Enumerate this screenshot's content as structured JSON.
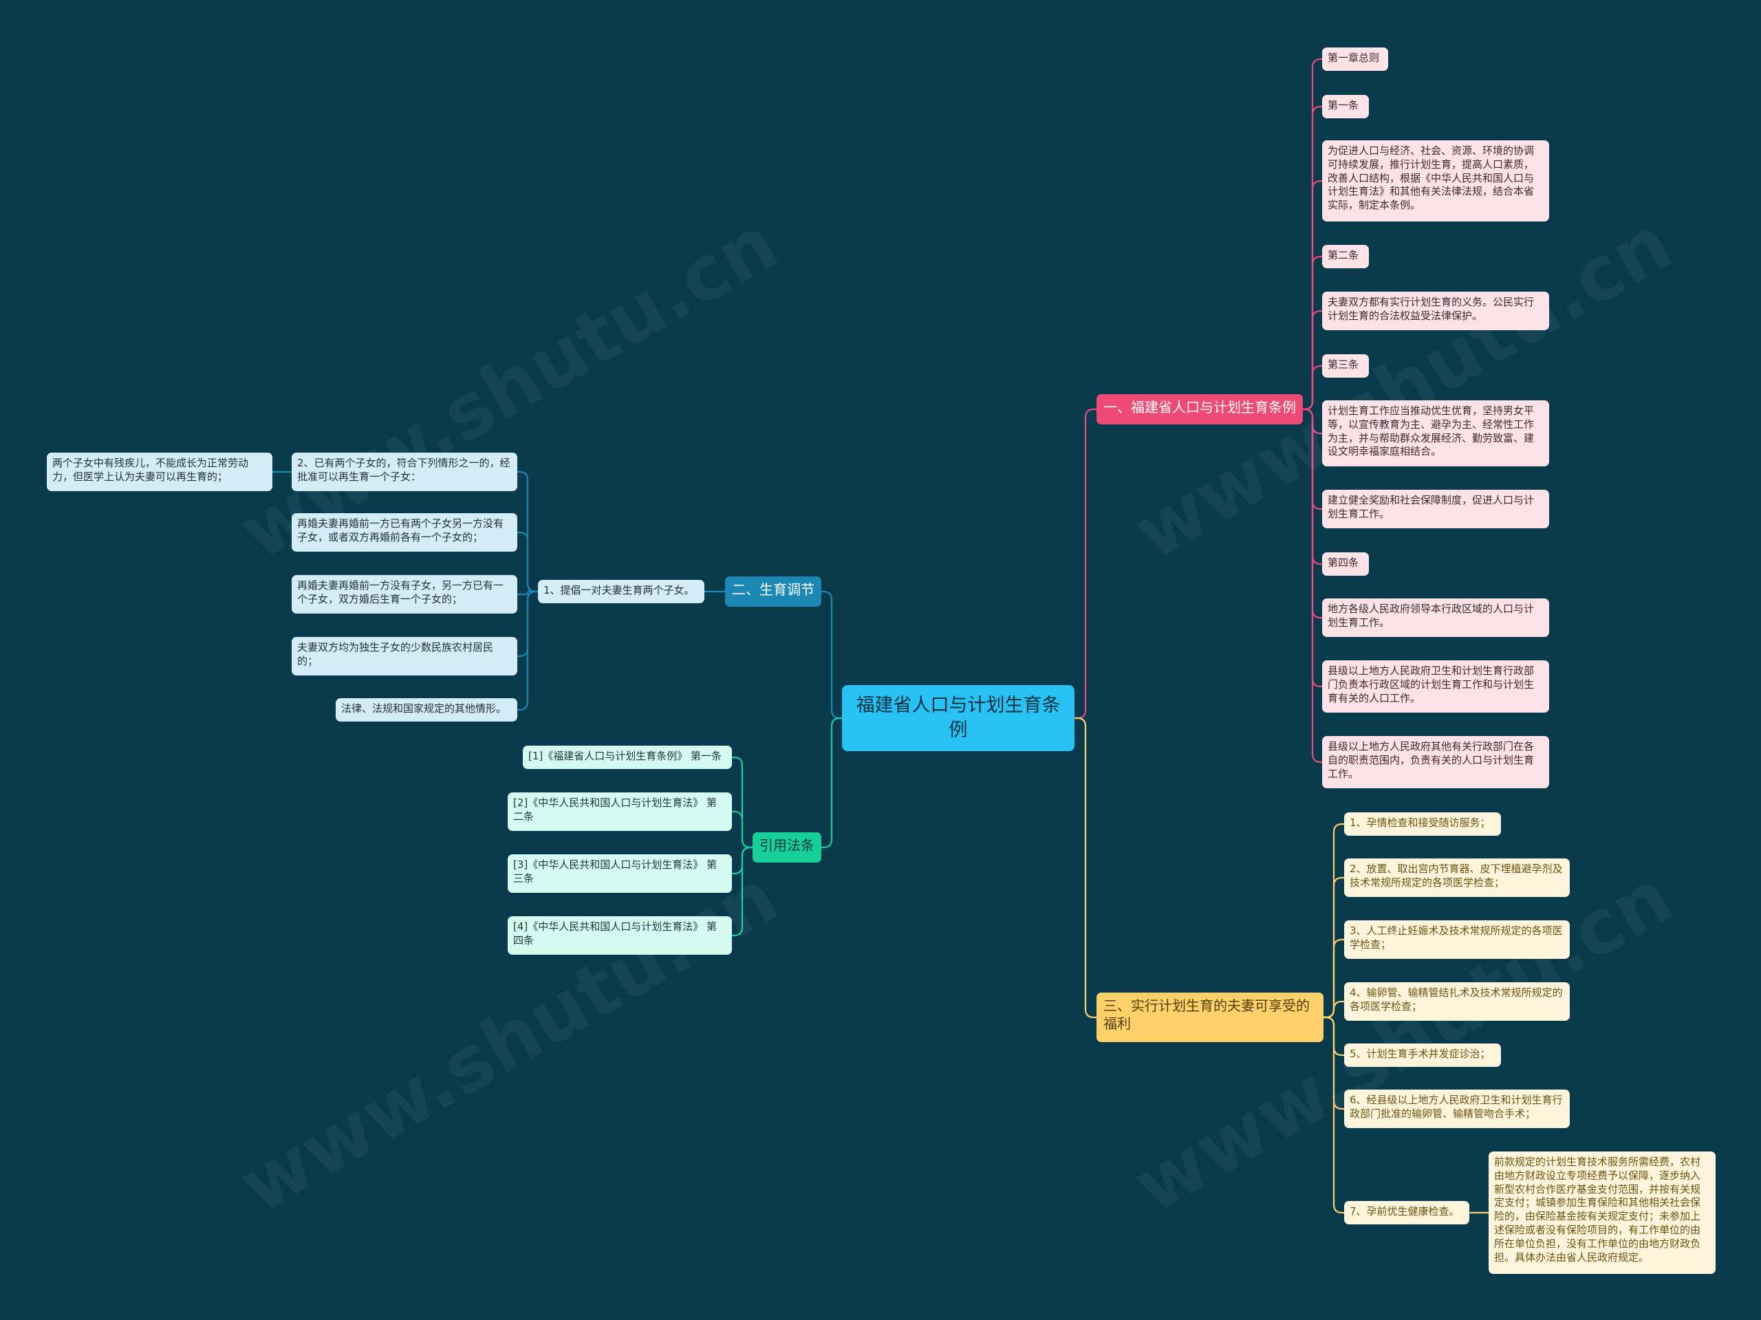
{
  "root": {
    "text": "福建省人口与计划生育条例"
  },
  "colors": {
    "background": "#083a4c",
    "root": "#27c2f3",
    "red": "#ee4a75",
    "blue": "#1a88b3",
    "green": "#17cf99",
    "yellow": "#fed06a"
  },
  "watermark": "www.shutu.cn",
  "branch1": {
    "title": "一、福建省人口与计划生育条例",
    "items": [
      "第一章总则",
      "第一条",
      "为促进人口与经济、社会、资源、环境的协调可持续发展，推行计划生育，提高人口素质，改善人口结构，根据《中华人民共和国人口与计划生育法》和其他有关法律法规，结合本省实际，制定本条例。",
      "第二条",
      "夫妻双方都有实行计划生育的义务。公民实行计划生育的合法权益受法律保护。",
      "第三条",
      "计划生育工作应当推动优生优育，坚持男女平等，以宣传教育为主、避孕为主、经常性工作为主，并与帮助群众发展经济、勤劳致富、建设文明幸福家庭相结合。",
      "建立健全奖励和社会保障制度，促进人口与计划生育工作。",
      "第四条",
      "地方各级人民政府领导本行政区域的人口与计划生育工作。",
      "县级以上地方人民政府卫生和计划生育行政部门负责本行政区域的计划生育工作和与计划生育有关的人口工作。",
      "县级以上地方人民政府其他有关行政部门在各自的职责范围内，负责有关的人口与计划生育工作。"
    ]
  },
  "branch2": {
    "title": "二、生育调节",
    "child": "1、提倡一对夫妻生育两个子女。",
    "items": [
      "2、已有两个子女的，符合下列情形之一的，经批准可以再生育一个子女：",
      "再婚夫妻再婚前一方已有两个子女另一方没有子女，或者双方再婚前各有一个子女的；",
      "再婚夫妻再婚前一方没有子女，另一方已有一个子女，双方婚后生育一个子女的；",
      "夫妻双方均为独生子女的少数民族农村居民的；",
      "法律、法规和国家规定的其他情形。"
    ],
    "sub": "两个子女中有残疾儿，不能成长为正常劳动力，但医学上认为夫妻可以再生育的；"
  },
  "branch3": {
    "title": "三、实行计划生育的夫妻可享受的福利",
    "items": [
      "1、孕情检查和接受随访服务；",
      "2、放置、取出宫内节育器、皮下埋植避孕剂及技术常规所规定的各项医学检查；",
      "3、人工终止妊娠术及技术常规所规定的各项医学检查；",
      "4、输卵管、输精管结扎术及技术常规所规定的各项医学检查；",
      "5、计划生育手术并发症诊治；",
      "6、经县级以上地方人民政府卫生和计划生育行政部门批准的输卵管、输精管吻合手术；",
      "7、孕前优生健康检查。"
    ],
    "sub": "前款规定的计划生育技术服务所需经费，农村由地方财政设立专项经费予以保障，逐步纳入新型农村合作医疗基金支付范围，并按有关规定支付；城镇参加生育保险和其他相关社会保险的，由保险基金按有关规定支付；未参加上述保险或者没有保险项目的，有工作单位的由所在单位负担，没有工作单位的由地方财政负担。具体办法由省人民政府规定。"
  },
  "branch4": {
    "title": "引用法条",
    "items": [
      "[1]《福建省人口与计划生育条例》 第一条",
      "[2]《中华人民共和国人口与计划生育法》 第二条",
      "[3]《中华人民共和国人口与计划生育法》 第三条",
      "[4]《中华人民共和国人口与计划生育法》 第四条"
    ]
  }
}
